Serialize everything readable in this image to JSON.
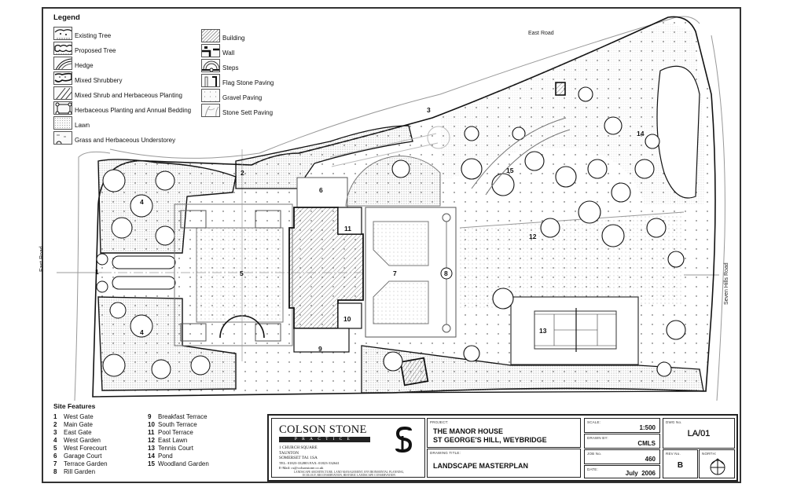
{
  "legend": {
    "title": "Legend",
    "column1": [
      {
        "label": "Existing Tree",
        "icon": "existing-tree-swatch"
      },
      {
        "label": "Proposed Tree",
        "icon": "proposed-tree-swatch"
      },
      {
        "label": "Hedge",
        "icon": "hedge-swatch"
      },
      {
        "label": "Mixed Shrubbery",
        "icon": "mixed-shrubbery-swatch"
      },
      {
        "label": "Mixed Shrub and Herbaceous Planting",
        "icon": "mixed-shrub-herbaceous-swatch"
      },
      {
        "label": "Herbaceous Planting and Annual Bedding",
        "icon": "herbaceous-bedding-swatch"
      },
      {
        "label": "Lawn",
        "icon": "lawn-swatch"
      },
      {
        "label": "Grass and Herbaceous Understorey",
        "icon": "grass-understorey-swatch"
      }
    ],
    "column2": [
      {
        "label": "Building",
        "icon": "building-swatch"
      },
      {
        "label": "Wall",
        "icon": "wall-swatch"
      },
      {
        "label": "Steps",
        "icon": "steps-swatch"
      },
      {
        "label": "Flag Stone Paving",
        "icon": "flag-stone-swatch"
      },
      {
        "label": "Gravel Paving",
        "icon": "gravel-swatch"
      },
      {
        "label": "Stone Sett Paving",
        "icon": "stone-sett-swatch"
      }
    ]
  },
  "site_features": {
    "title": "Site Features",
    "items": [
      {
        "num": "1",
        "label": "West Gate"
      },
      {
        "num": "2",
        "label": "Main Gate"
      },
      {
        "num": "3",
        "label": "East Gate"
      },
      {
        "num": "4",
        "label": "West Garden"
      },
      {
        "num": "5",
        "label": "West Forecourt"
      },
      {
        "num": "6",
        "label": "Garage Court"
      },
      {
        "num": "7",
        "label": "Terrace Garden"
      },
      {
        "num": "8",
        "label": "Rill Garden"
      },
      {
        "num": "9",
        "label": "Breakfast Terrace"
      },
      {
        "num": "10",
        "label": "South Terrace"
      },
      {
        "num": "11",
        "label": "Pool Terrace"
      },
      {
        "num": "12",
        "label": "East Lawn"
      },
      {
        "num": "13",
        "label": "Tennis Court"
      },
      {
        "num": "14",
        "label": "Pond"
      },
      {
        "num": "15",
        "label": "Woodland Garden"
      }
    ]
  },
  "plan": {
    "road_labels": {
      "east_road_top": "East Road",
      "east_road_left": "East Road",
      "seven_hills_road": "Seven Hills Road"
    },
    "markers": {
      "m1": "1",
      "m2": "2",
      "m3": "3",
      "m4a": "4",
      "m4b": "4",
      "m5": "5",
      "m6": "6",
      "m7": "7",
      "m8": "8",
      "m9": "9",
      "m10": "10",
      "m11": "11",
      "m12": "12",
      "m13": "13",
      "m14": "14",
      "m15": "15"
    }
  },
  "title_block": {
    "practice": {
      "name": "COLSON STONE",
      "subtitle": "PRACTICE",
      "address_1": "1 CHURCH SQUARE",
      "address_2": "TAUNTON",
      "address_3": "SOMERSET TA1 1SA",
      "contact": "TEL: 01823-332803   FAX: 01823-332641",
      "email": "E-Mail: cs@colsonstone.co.uk",
      "services_1": "LANDSCAPE ARCHITECTURE, LAND MANAGEMENT, ENVIRONMENTAL PLANNING,",
      "services_2": "ECOLOGY, RECONSERVATION, HISTORIC LANDSCAPE CONSERVATION"
    },
    "project_caption": "PROJECT:",
    "project_line1": "THE MANOR HOUSE",
    "project_line2": "ST GEORGE'S HILL, WEYBRIDGE",
    "drawing_title_caption": "DRAWING TITLE:",
    "drawing_title": "LANDSCAPE MASTERPLAN",
    "scale_caption": "SCALE:",
    "scale": "1:500",
    "drawn_by_caption": "DRAWN BY:",
    "drawn_by": "CMLS",
    "job_no_caption": "JOB No.",
    "job_no": "460",
    "date_caption": "DATE:",
    "date": "July  2006",
    "dwg_no_caption": "DWG No.",
    "dwg_no": "LA/01",
    "rev_no_caption": "REV No.",
    "rev_no": "B",
    "north_caption": "NORTH:"
  }
}
